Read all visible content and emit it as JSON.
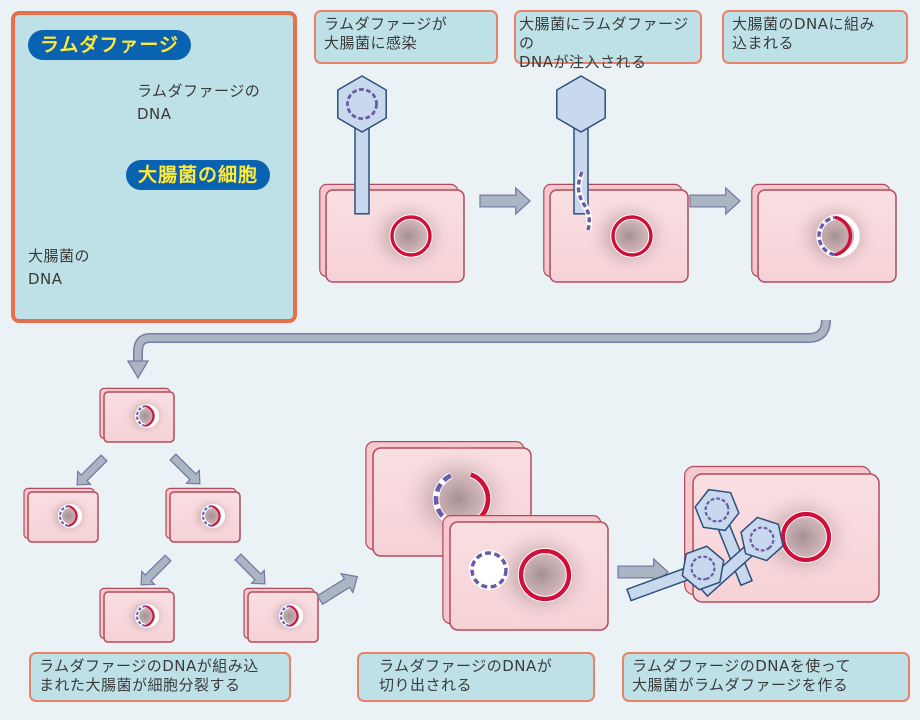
{
  "legend": {
    "phage_title": "ラムダファージ",
    "phage_dna_label": "ラムダファージの\nDNA",
    "cell_title": "大腸菌の細胞",
    "ecoli_dna_label": "大腸菌の\nDNA"
  },
  "steps": [
    {
      "caption": "ラムダファージが\n大腸菌に感染"
    },
    {
      "caption": "大腸菌にラムダファージの\nDNAが注入される"
    },
    {
      "caption": "大腸菌のDNAに組み\n込まれる"
    },
    {
      "caption": "ラムダファージのDNAが組み込\nまれた大腸菌が細胞分裂する"
    },
    {
      "caption": "ラムダファージのDNAが\n切り出される"
    },
    {
      "caption": "ラムダファージのDNAを使って\n大腸菌がラムダファージを作る"
    }
  ],
  "colors": {
    "background": "#eaf2f6",
    "caption_fill": "#bde1e7",
    "caption_border": "#e8836a",
    "legend_border": "#e86f4e",
    "pill_fill": "#0a63b0",
    "pill_text": "#ffe93a",
    "cell_fill": "#f8d7da",
    "cell_border": "#b24a5c",
    "ecoli_dna": "#d0103a",
    "phage_dna": "#6a5aa8",
    "phage_fill": "#c8d9ee",
    "phage_border": "#2d4f7c",
    "arrow_fill": "#aab7c2",
    "arrow_border": "#7a7aa8"
  }
}
